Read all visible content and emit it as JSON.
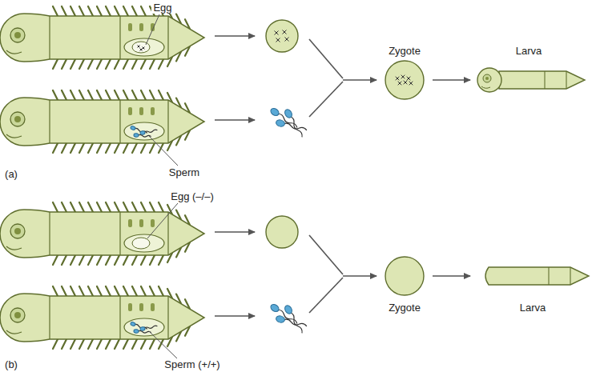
{
  "diagram": {
    "labels": [
      "Egg",
      "Sperm",
      "Zygote",
      "Larva",
      "(a)",
      "Egg (–/–)",
      "Sperm (+/+)",
      "Zygote",
      "Larva",
      "(b)"
    ]
  }
}
